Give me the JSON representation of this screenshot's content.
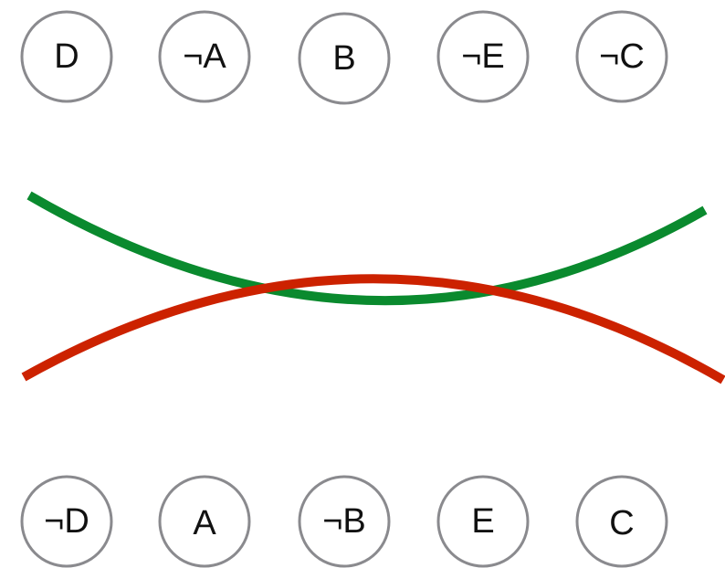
{
  "top_row": [
    {
      "label": "D"
    },
    {
      "label": "¬A"
    },
    {
      "label": "B"
    },
    {
      "label": "¬E"
    },
    {
      "label": "¬C"
    }
  ],
  "bottom_row": [
    {
      "label": "¬D"
    },
    {
      "label": "A"
    },
    {
      "label": "¬B"
    },
    {
      "label": "E"
    },
    {
      "label": "C"
    }
  ],
  "curves": {
    "green": {
      "color": "#0a8a2e",
      "shape": "concave-up"
    },
    "red": {
      "color": "#cc2200",
      "shape": "concave-down"
    }
  },
  "node_style": {
    "border_color": "#8a8a8e",
    "fill": "#ffffff",
    "text_color": "#111111"
  }
}
